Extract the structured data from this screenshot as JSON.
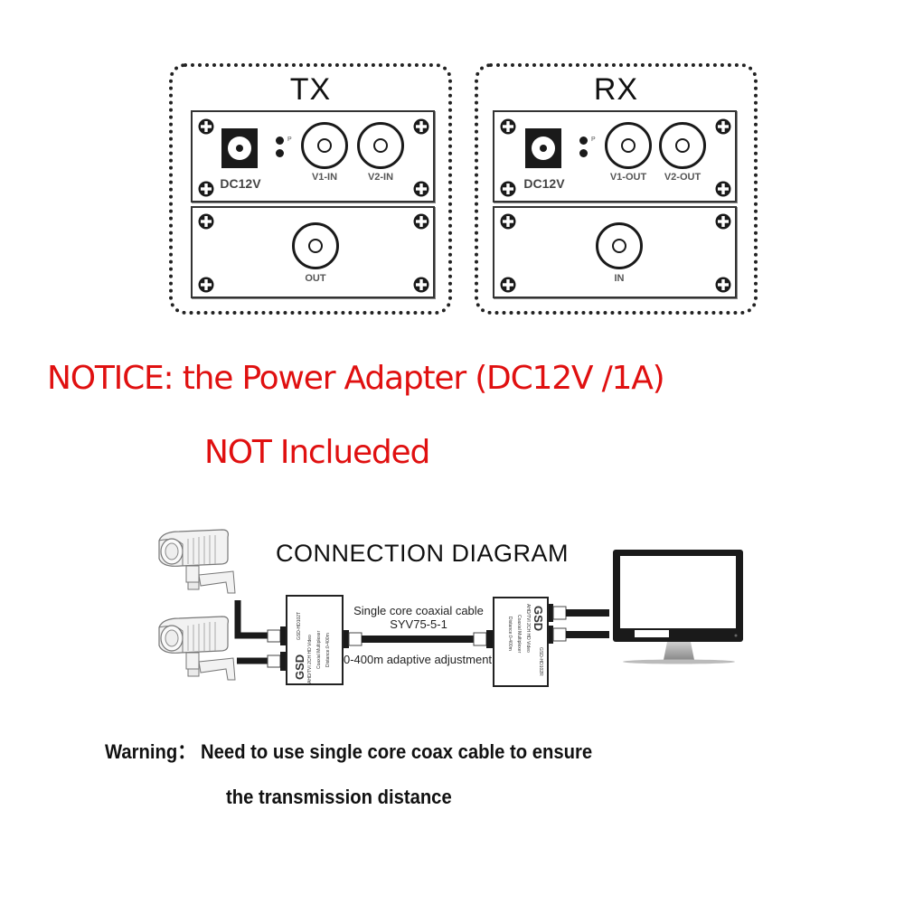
{
  "tx_panel": {
    "title": "TX",
    "top_face": {
      "power_label": "DC12V",
      "led_label": "P",
      "port1_label": "V1-IN",
      "port2_label": "V2-IN"
    },
    "bottom_face": {
      "port_label": "OUT"
    }
  },
  "rx_panel": {
    "title": "RX",
    "top_face": {
      "power_label": "DC12V",
      "led_label": "P",
      "port1_label": "V1-OUT",
      "port2_label": "V2-OUT"
    },
    "bottom_face": {
      "port_label": "IN"
    }
  },
  "notice": {
    "line1": "NOTICE: the Power Adapter (DC12V /1A)",
    "line2": "NOT Inclueded",
    "color": "#e01010"
  },
  "connection_diagram": {
    "title": "CONNECTION DIAGRAM",
    "cable_label_line1": "Single core coaxial cable",
    "cable_label_line2": "SYV75-5-1",
    "distance_label": "0-400m adaptive adjustment",
    "tx_device": {
      "brand": "GSD",
      "model": "GSD-HD102T",
      "desc1": "AHD/TVI 2CH HD Video",
      "desc2": "Coaxial Multiplexer",
      "desc3": "Distance:0-400m"
    },
    "rx_device": {
      "brand": "GSD",
      "model": "GSD-HD102R",
      "desc1": "AHD/TVI 2CH HD Video",
      "desc2": "Coaxial Multiplexer",
      "desc3": "Distance:0-400m"
    },
    "icons": [
      "camera-icon",
      "camera-icon",
      "monitor-icon"
    ]
  },
  "warning": {
    "line1": "Warning： Need to use single core coax cable to ensure",
    "line2": "the transmission distance"
  }
}
